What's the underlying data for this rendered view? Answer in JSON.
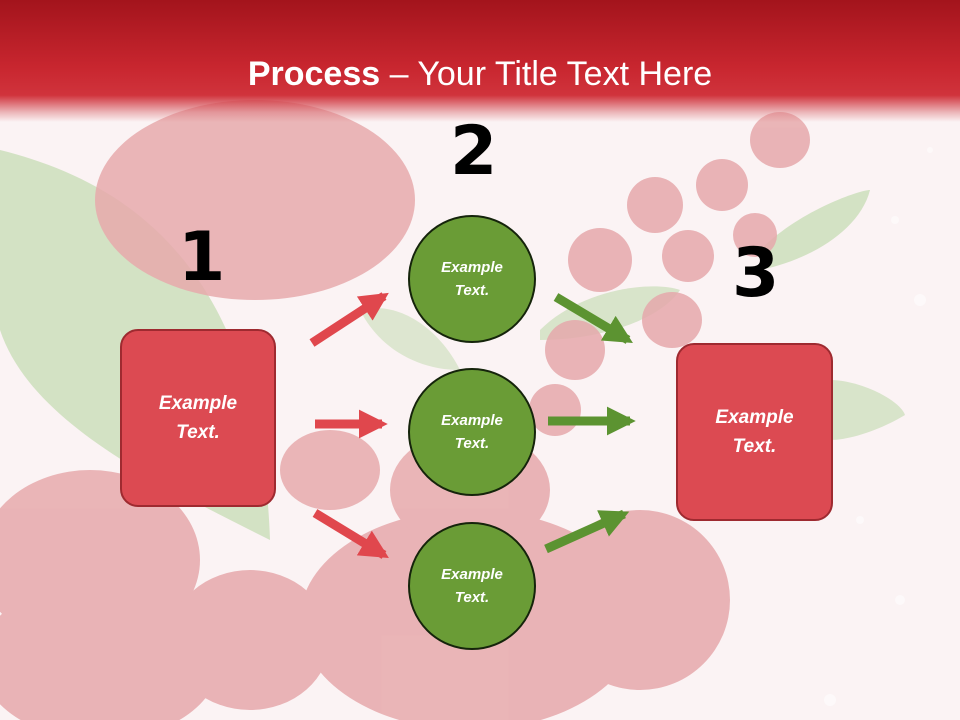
{
  "slide": {
    "title_bold": "Process",
    "title_rest": " – Your Title Text Here"
  },
  "steps": [
    {
      "number": "1"
    },
    {
      "number": "2"
    },
    {
      "number": "3"
    }
  ],
  "left_box": {
    "text": "Example Text."
  },
  "right_box": {
    "text": "Example Text."
  },
  "circles": [
    {
      "text": "Example Text."
    },
    {
      "text": "Example Text."
    },
    {
      "text": "Example Text."
    }
  ],
  "colors": {
    "header": "#c8262f",
    "box_fill": "#dc4a52",
    "circle_fill": "#6a9c36",
    "red_arrow": "#e0474d",
    "green_arrow": "#5c9331"
  }
}
